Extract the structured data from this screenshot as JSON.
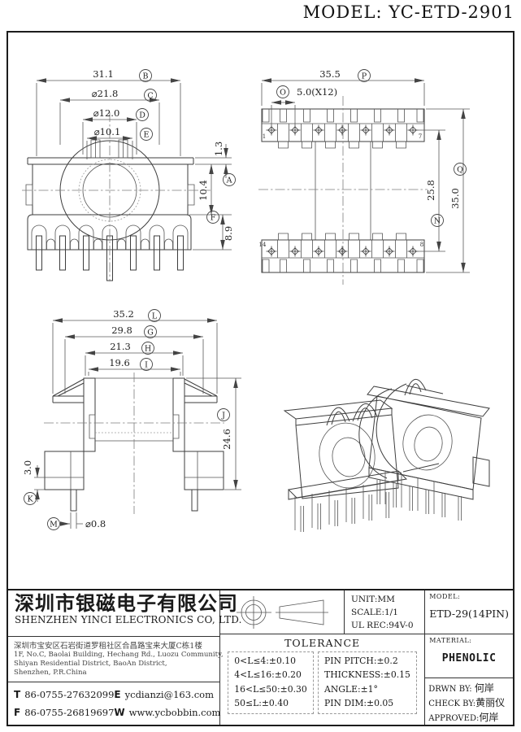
{
  "header": {
    "title": "MODEL: YC-ETD-2901"
  },
  "front_view": {
    "dims": {
      "b_value": "31.1",
      "b_label": "B",
      "c_value": "⌀21.8",
      "c_label": "C",
      "d_value": "⌀12.0",
      "d_label": "D",
      "e_value": "⌀10.1",
      "e_label": "E",
      "plate_thickness": "1.3",
      "a_value": "10.4",
      "a_label": "A",
      "f_value": "8.9",
      "f_label": "F"
    }
  },
  "top_view": {
    "dims": {
      "p_value": "35.5",
      "p_label": "P",
      "o_value": "5.0(X12)",
      "o_label": "O",
      "n_value": "25.8",
      "n_label": "N",
      "q_value": "35.0",
      "q_label": "Q"
    },
    "pins": {
      "top_first": "1",
      "top_last": "7",
      "bottom_first": "14",
      "bottom_last": "8"
    }
  },
  "side_view": {
    "dims": {
      "l_value": "35.2",
      "l_label": "L",
      "g_value": "29.8",
      "g_label": "G",
      "h_value": "21.3",
      "h_label": "H",
      "i_value": "19.6",
      "i_label": "I",
      "j_value": "24.6",
      "j_label": "J",
      "k_value": "3.0",
      "k_label": "K",
      "m_value": "⌀0.8",
      "m_label": "M"
    }
  },
  "title_block": {
    "company": {
      "name_cn": "深圳市银磁电子有限公司",
      "name_en": "SHENZHEN YINCI ELECTRONICS CO, LTD.",
      "address_cn": "深圳市宝安区石岩街道罗租社区合昌路宝来大厦C栋1楼",
      "address_en_1": "1F, No.C, Baolai Building, Hechang Rd., Luozu Community,",
      "address_en_2": "Shiyan Residential District, BaoAn District,",
      "address_en_3": "Shenzhen, P.R.China",
      "tel_label": "T",
      "tel": "86-0755-27632099",
      "email_label": "E",
      "email": "ycdianzi@163.com",
      "fax_label": "F",
      "fax": "86-0755-26819697",
      "web_label": "W",
      "web": "www.ycbobbin.com"
    },
    "specs": {
      "unit": "UNIT:MM",
      "scale": "SCALE:1/1",
      "ul": "UL REC:94V-0"
    },
    "tolerance": {
      "title": "TOLERANCE",
      "general": [
        "0<L≤4:±0.10",
        "4<L≤16:±0.20",
        "16<L≤50:±0.30",
        "50≤L:±0.40"
      ],
      "specific": [
        "PIN PITCH:±0.2",
        "THICKNESS:±0.15",
        "ANGLE:±1°",
        "PIN DIM:±0.05"
      ]
    },
    "model": {
      "label": "MODEL:",
      "value": "ETD-29(14PIN)"
    },
    "material": {
      "label": "MATERIAL:",
      "value": "PHENOLIC"
    },
    "sign": {
      "drawn_label": "DRWN BY:",
      "drawn": "何岸",
      "check_label": "CHECK BY:",
      "check": "黄丽仪",
      "approved_label": "APPROVED:",
      "approved": "何岸"
    }
  }
}
